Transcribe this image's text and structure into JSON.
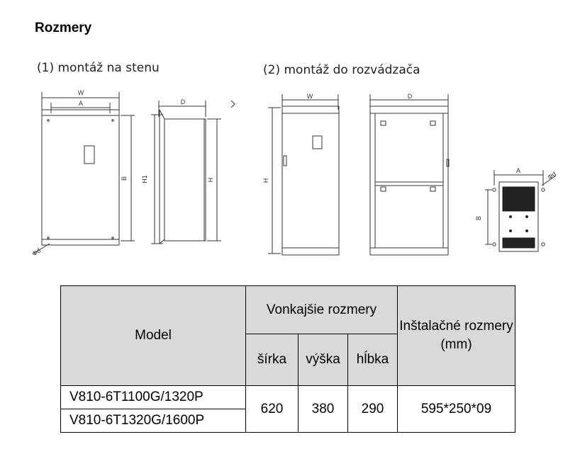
{
  "page_title": "Rozmery",
  "captions": {
    "wall": "(1) montáž na stenu",
    "cabinet": "(2) montáž do rozvádzača"
  },
  "drawing_labels": {
    "W": "W",
    "A": "A",
    "B": "B",
    "D": "D",
    "H": "H",
    "H1": "H1",
    "d": "Φd"
  },
  "table": {
    "model_header": "Model",
    "outer_header": "Vonkajšie rozmery",
    "width_header": "šírka",
    "height_header": "výška",
    "depth_header": "hĺbka",
    "install_header": "Inštalačné rozmery (mm)",
    "rows": [
      {
        "model": "V810-6T1100G/1320P"
      },
      {
        "model": "V810-6T1320G/1600P"
      }
    ],
    "width": "620",
    "height": "380",
    "depth": "290",
    "install": "595*250*09"
  }
}
